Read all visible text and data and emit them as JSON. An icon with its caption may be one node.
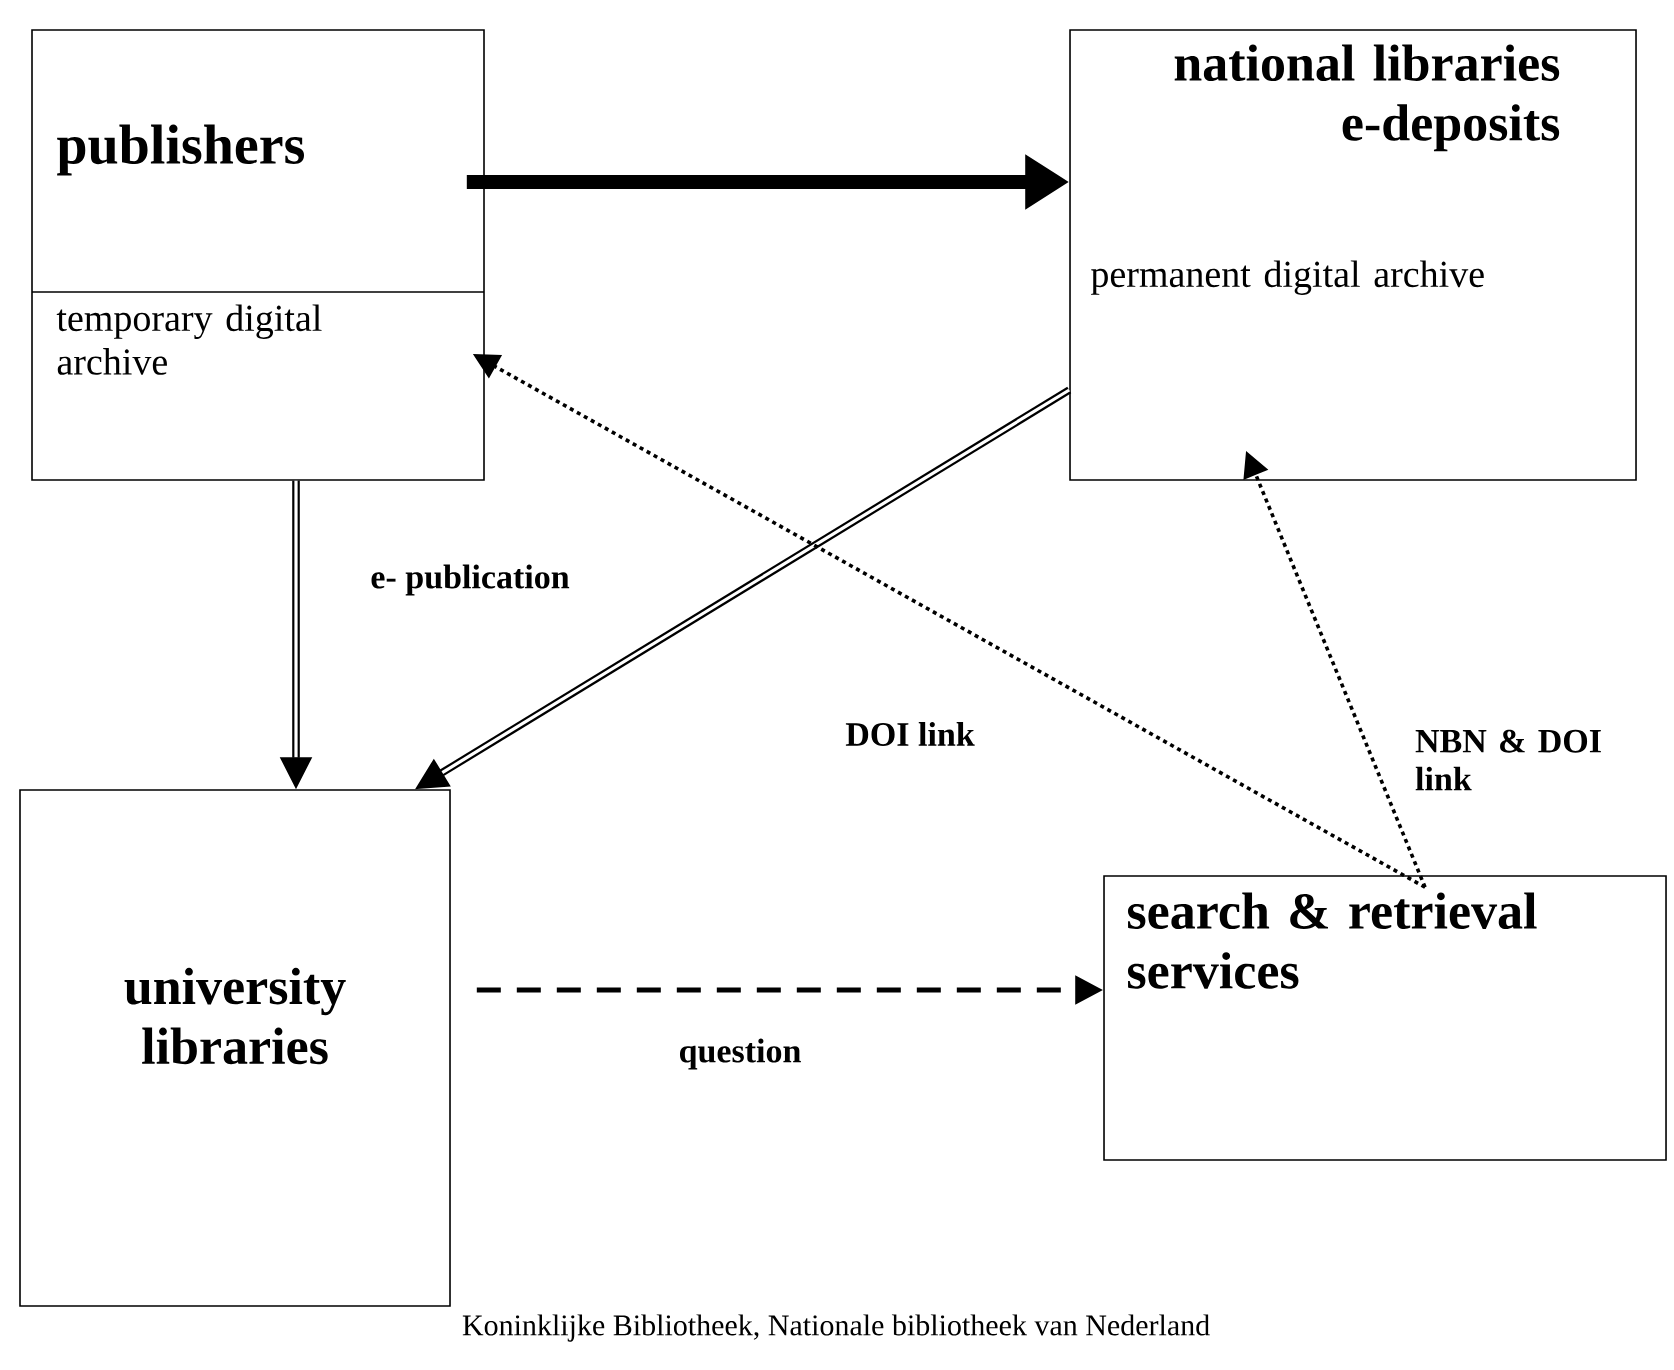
{
  "diagram": {
    "caption": "Koninklijke Bibliotheek, Nationale bibliotheek van Nederland",
    "nodes": [
      {
        "text": [
          "publishers",
          "temporary digital archive"
        ]
      },
      {
        "text": [
          "national libraries e-deposits",
          "permanent digital archive"
        ]
      },
      {
        "text": [
          "university libraries"
        ]
      },
      {
        "text": [
          "search & retrieval services"
        ]
      }
    ],
    "edges": [
      {
        "from": 0,
        "to": 1,
        "arrow": "to",
        "style": "thick"
      },
      {
        "from": 0,
        "to": 2,
        "arrow": "to",
        "label": "e- publication"
      },
      {
        "from": 1,
        "to": 2,
        "arrow": "to"
      },
      {
        "from": 2,
        "to": 3,
        "arrow": "to",
        "style": "dashed",
        "label": "question"
      },
      {
        "from": 3,
        "to": 0,
        "arrow": "to",
        "style": "dashed",
        "label": "DOI link"
      },
      {
        "from": 3,
        "to": 1,
        "arrow": "to",
        "style": "dashed",
        "label": "NBN & DOI link"
      }
    ]
  }
}
